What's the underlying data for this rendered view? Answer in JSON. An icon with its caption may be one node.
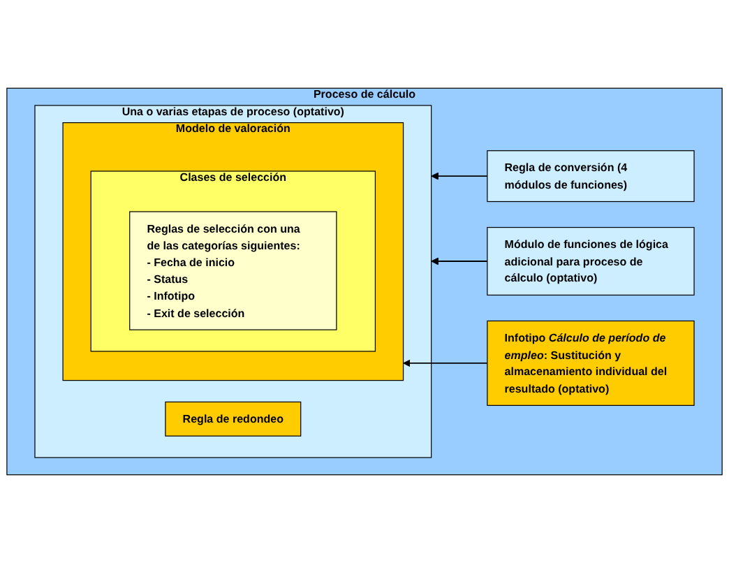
{
  "diagram": {
    "nodes": [
      {
        "text": [
          "Proceso de cálculo"
        ]
      },
      {
        "text": [
          "Una o varias etapas de proceso (optativo)"
        ],
        "in": 0
      },
      {
        "text": [
          "Modelo de valoración"
        ],
        "in": 1
      },
      {
        "text": [
          "Clases de selección"
        ],
        "in": 2
      },
      {
        "text": [
          "Reglas de selección con una de las categorías siguientes:",
          "- Fecha de inicio",
          "- Status",
          "- Infotipo",
          "- Exit de selección"
        ],
        "in": 3
      },
      {
        "text": [
          "Regla de redondeo"
        ],
        "in": 1
      },
      {
        "text": [
          "Regla de conversión (4 módulos de funciones)"
        ],
        "in": 0
      },
      {
        "text": [
          "Módulo de funciones de lógica adicional para proceso de cálculo (optativo)"
        ],
        "in": 0
      },
      {
        "text": [
          "Infotipo *Cálculo de período de empleo*: Sustitución y almacenamiento individual del resultado (optativo)"
        ],
        "in": 0
      }
    ],
    "edges": [
      {
        "from": 6,
        "to": 1,
        "arrow": "to"
      },
      {
        "from": 7,
        "to": 1,
        "arrow": "to"
      },
      {
        "from": 8,
        "to": 2,
        "arrow": "to"
      }
    ]
  }
}
